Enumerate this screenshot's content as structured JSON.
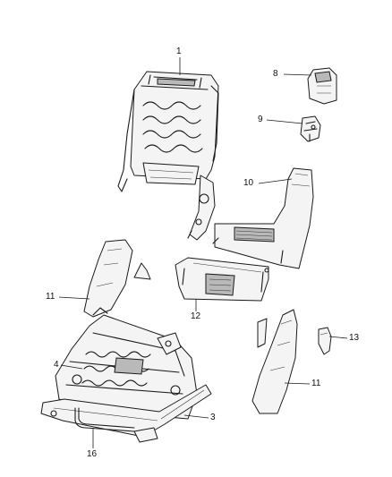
{
  "callouts": [
    {
      "id": "c1",
      "text": "1"
    },
    {
      "id": "c8",
      "text": "8"
    },
    {
      "id": "c9",
      "text": "9"
    },
    {
      "id": "c10",
      "text": "10"
    },
    {
      "id": "c11a",
      "text": "11"
    },
    {
      "id": "c12",
      "text": "12"
    },
    {
      "id": "c13",
      "text": "13"
    },
    {
      "id": "c4",
      "text": "4"
    },
    {
      "id": "c11b",
      "text": "11"
    },
    {
      "id": "c3",
      "text": "3"
    },
    {
      "id": "c16",
      "text": "16"
    }
  ],
  "parts": [
    {
      "callout": "1",
      "icon": "seatback-frame-icon"
    },
    {
      "callout": "8",
      "icon": "headrest-guide-icon"
    },
    {
      "callout": "9",
      "icon": "latch-bracket-icon"
    },
    {
      "callout": "10",
      "icon": "seatback-panel-icon"
    },
    {
      "callout": "11",
      "icon": "side-shield-icon"
    },
    {
      "callout": "12",
      "icon": "cushion-pan-icon"
    },
    {
      "callout": "13",
      "icon": "handle-icon"
    },
    {
      "callout": "4",
      "icon": "seat-track-frame-icon"
    },
    {
      "callout": "3",
      "icon": "seat-track-icon"
    },
    {
      "callout": "16",
      "icon": "towel-bar-icon"
    }
  ]
}
